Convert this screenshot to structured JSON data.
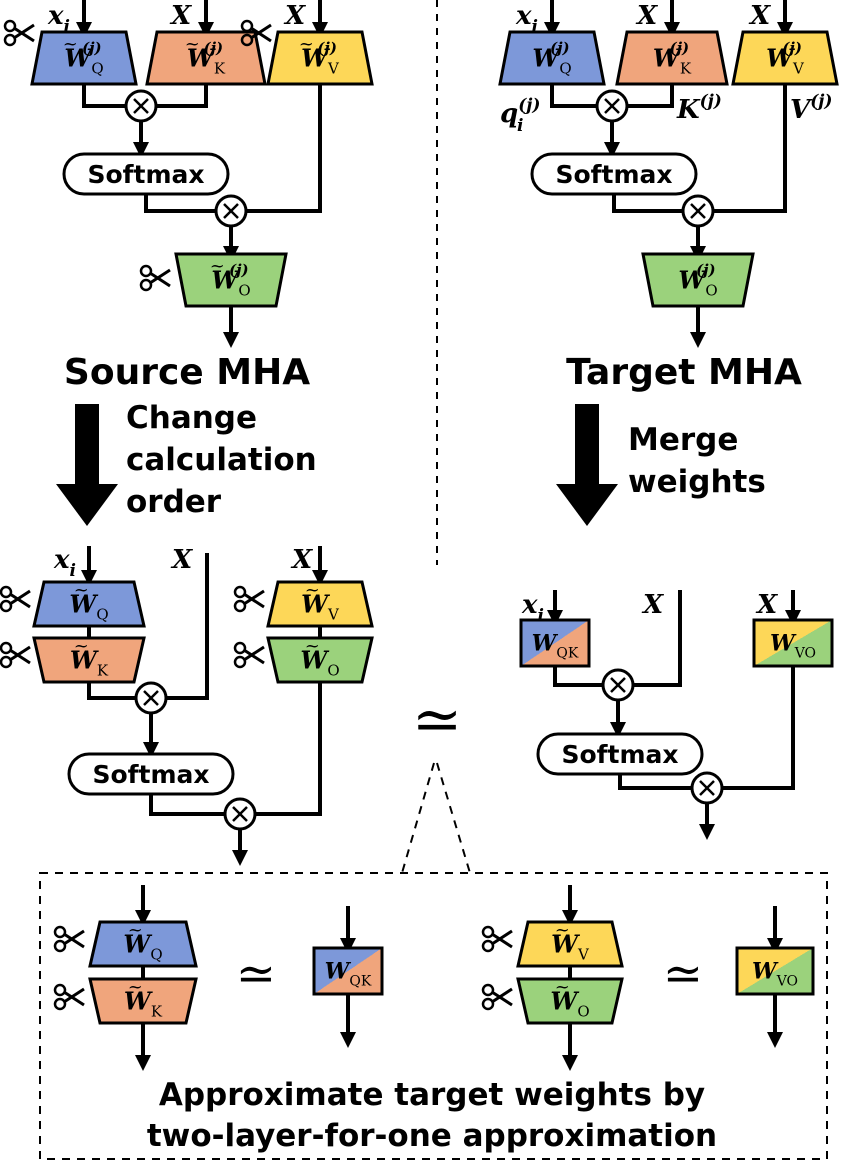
{
  "labels": {
    "source_mha": "Source MHA",
    "target_mha": "Target MHA",
    "change_order": [
      "Change",
      "calculation",
      "order"
    ],
    "merge_weights": [
      "Merge",
      "weights"
    ],
    "softmax": "Softmax",
    "approx_caption": [
      "Approximate target weights by",
      "two-layer-for-one approximation"
    ]
  },
  "symbols": {
    "xi": "x",
    "i": "i",
    "X": "X",
    "W": "W",
    "tilde": "~",
    "j": "(j)",
    "Q": "Q",
    "K": "K",
    "V": "V",
    "O": "O",
    "QK": "QK",
    "VO": "VO",
    "q": "q",
    "Kvar": "K",
    "Vvar": "V",
    "approx": "≃",
    "times": "×"
  },
  "colors": {
    "q_blue": "#7d98d9",
    "k_orange": "#f0a57c",
    "v_yellow": "#fdd758",
    "o_green": "#9bd27c",
    "stroke": "#000000"
  },
  "icons": [
    "scissors-icon",
    "multiply-icon",
    "arrow-icon"
  ]
}
